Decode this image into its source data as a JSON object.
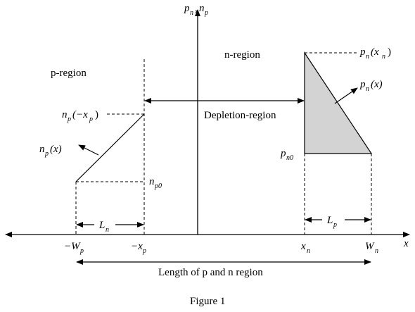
{
  "figure": {
    "caption": "Figure 1",
    "labels": {
      "y_axis_p": "p",
      "y_axis_p_sub": "n",
      "y_axis_comma": ",",
      "y_axis_n": "n",
      "y_axis_n_sub": "p",
      "x_axis": "x",
      "p_region": "p-region",
      "n_region": "n-region",
      "depletion_region": "Depletion-region",
      "length_label": "Length of p and n region",
      "neg_Wp_main": "−W",
      "neg_Wp_sub": "p",
      "neg_xp_main": "−x",
      "neg_xp_sub": "p",
      "xn_main": "x",
      "xn_sub": "n",
      "Wn_main": "W",
      "Wn_sub": "n",
      "Ln_main": "L",
      "Ln_sub": "n",
      "Lp_main": "L",
      "Lp_sub": "p",
      "np_neg_xp": "n",
      "np_neg_xp_sub": "p",
      "np_neg_xp_arg": "(−x",
      "np_neg_xp_arg_sub": "p",
      "np_neg_xp_close": ")",
      "np_x": "n",
      "np_x_sub": "p",
      "np_x_arg": "(x)",
      "np0_main": "n",
      "np0_sub": "p0",
      "pn_xn": "p",
      "pn_xn_sub": "n",
      "pn_xn_arg": "(x",
      "pn_xn_arg_sub": "n",
      "pn_xn_close": ")",
      "pn_x": "p",
      "pn_x_sub": "n",
      "pn_x_arg": "(x)",
      "pn0_main": "p",
      "pn0_sub": "n0"
    },
    "colors": {
      "ink": "#000000",
      "shade": "#d3d3d3"
    }
  }
}
